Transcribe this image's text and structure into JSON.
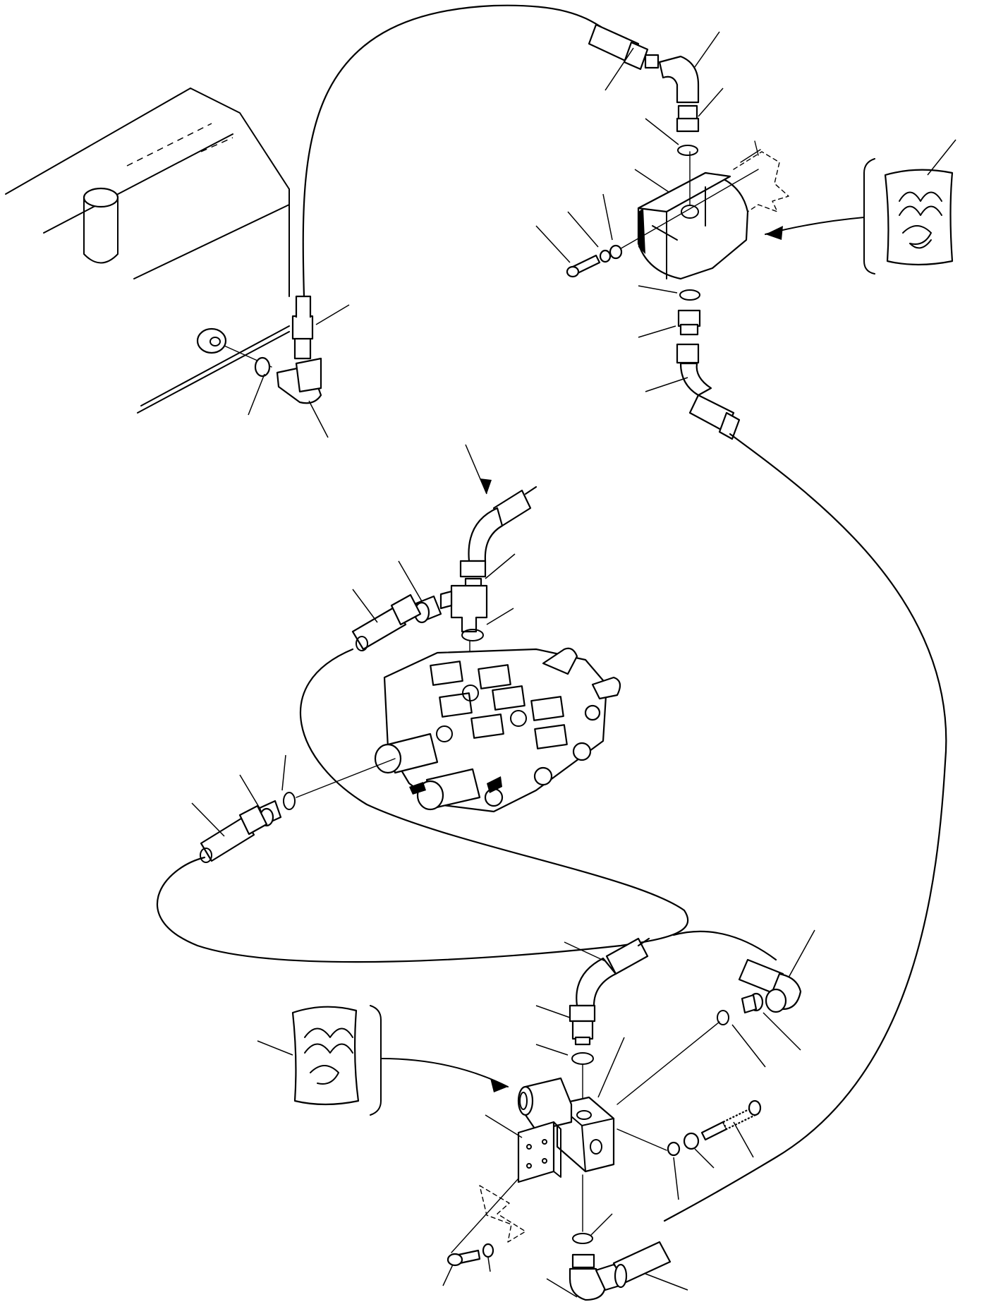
{
  "title": "",
  "diagram": {
    "parts": [
      "engine-block",
      "hydraulic-pump",
      "pump-elbow-fitting",
      "engine-elbow-fitting",
      "control-valve-block",
      "tee-fitting",
      "solenoid-valve",
      "mounting-bracket"
    ],
    "hoses": [
      "pump-to-engine-hose",
      "pump-to-solenoid-hose",
      "valve-loop-hose"
    ],
    "sealant_icons": 2,
    "reference_labels": []
  }
}
